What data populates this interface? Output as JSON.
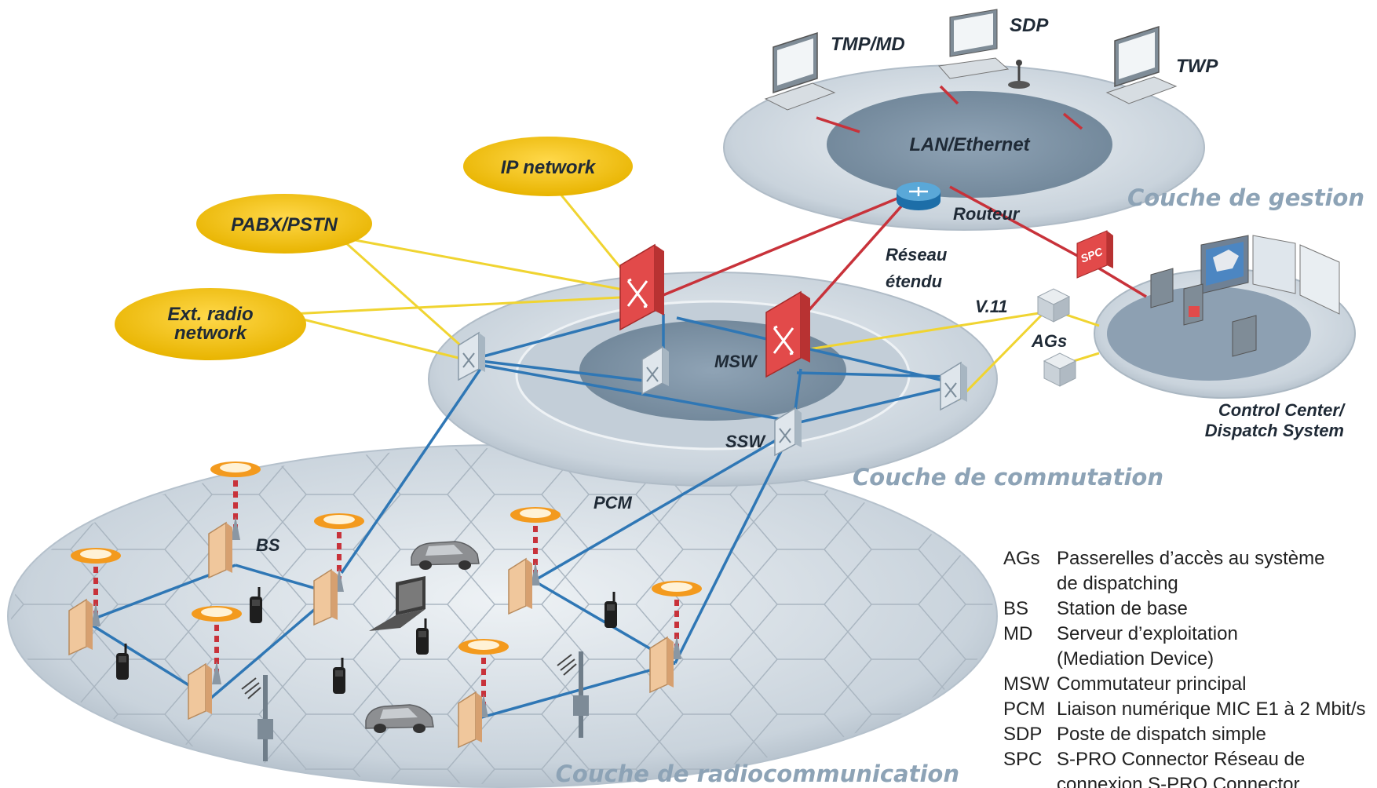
{
  "layers": {
    "gestion": "Couche de gestion",
    "commutation": "Couche de commutation",
    "radio": "Couche de radiocommunication"
  },
  "clouds": {
    "ip": "IP network",
    "pabx": "PABX/PSTN",
    "ext_line1": "Ext. radio",
    "ext_line2": "network"
  },
  "labels": {
    "tmp_md": "TMP/MD",
    "sdp": "SDP",
    "twp": "TWP",
    "lan": "LAN/Ethernet",
    "routeur": "Routeur",
    "reseau_line1": "Réseau",
    "reseau_line2": "étendu",
    "spc": "SPC",
    "v11": "V.11",
    "ags": "AGs",
    "msw": "MSW",
    "ssw": "SSW",
    "pcm": "PCM",
    "bs": "BS",
    "control_line1": "Control Center/",
    "control_line2": "Dispatch System"
  },
  "legend": [
    {
      "abbr": "AGs",
      "def": "Passerelles d’accès au système",
      "def2": "de dispatching"
    },
    {
      "abbr": "BS",
      "def": "Station de base"
    },
    {
      "abbr": "MD",
      "def": "Serveur d’exploitation",
      "def2": "(Mediation Device)"
    },
    {
      "abbr": "MSW",
      "def": "Commutateur principal"
    },
    {
      "abbr": "PCM",
      "def": "Liaison numérique MIC E1 à 2 Mbit/s"
    },
    {
      "abbr": "SDP",
      "def": "Poste de dispatch simple"
    },
    {
      "abbr": "SPC",
      "def": "S-PRO Connector Réseau de",
      "def2": "connexion S-PRO Connector"
    }
  ],
  "colors": {
    "red_link": "#c8323a",
    "blue_link": "#2f77b5",
    "yellow_link": "#f0d431",
    "cloud_fill": "#f2c200",
    "switch_red": "#e04848",
    "layer_text": "#8da3b6"
  }
}
